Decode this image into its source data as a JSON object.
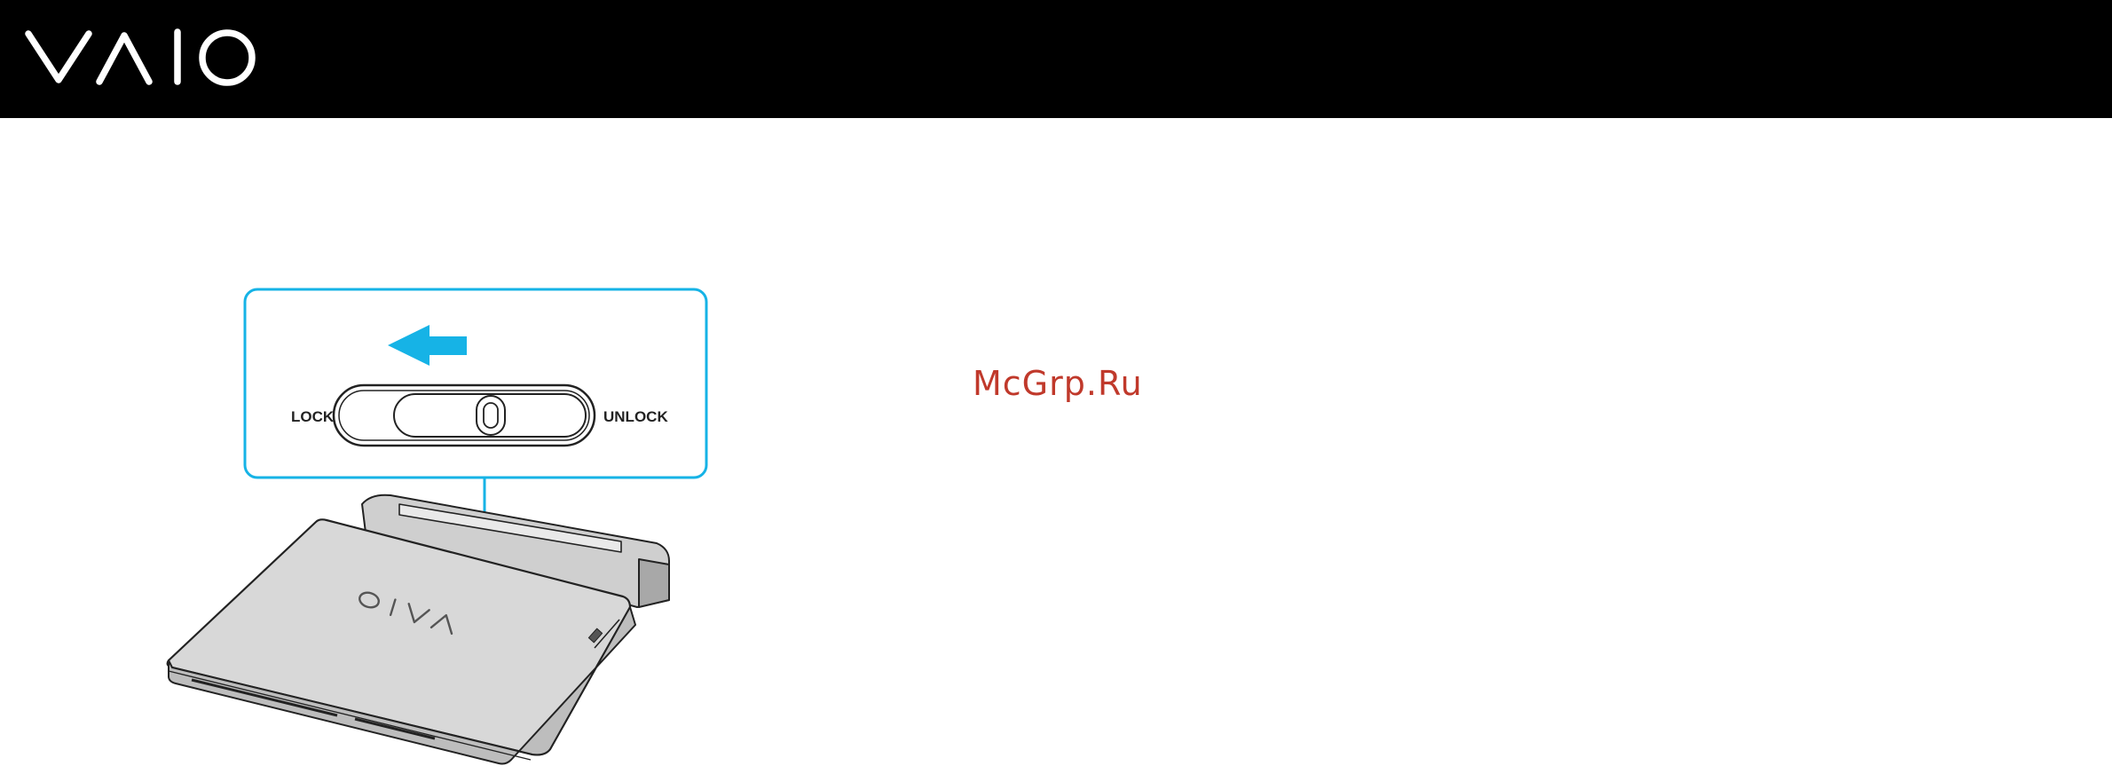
{
  "header": {
    "logo_text": "VAIO",
    "background_color": "#000000",
    "logo_color": "#ffffff"
  },
  "illustration": {
    "lock_label": "LOCK",
    "unlock_label": "UNLOCK",
    "laptop_logo_text": "VAIO",
    "callout_color": "#16b3e6",
    "arrow_icon": "arrow-left-icon"
  },
  "watermark": {
    "text": "McGrp.Ru",
    "color": "#c0392b"
  }
}
